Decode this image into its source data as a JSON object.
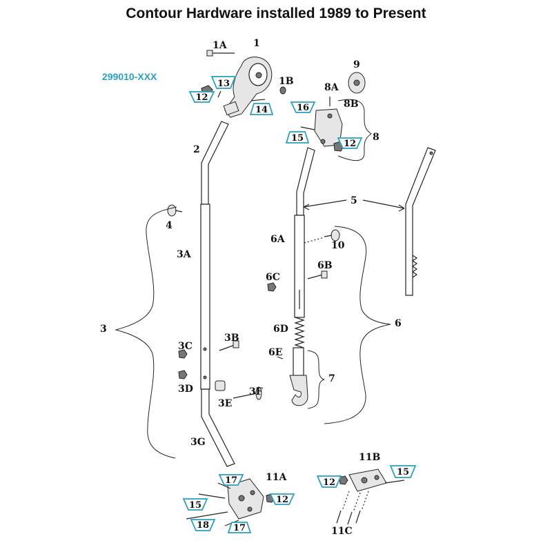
{
  "title": "Contour Hardware installed 1989 to Present",
  "part_number": "299010-XXX",
  "labels": {
    "l1A": "1A",
    "l1": "1",
    "l1B": "1B",
    "l2": "2",
    "l3": "3",
    "l3A": "3A",
    "l3B": "3B",
    "l3C": "3C",
    "l3D": "3D",
    "l3E": "3E",
    "l3F": "3F",
    "l3G": "3G",
    "l4": "4",
    "l5": "5",
    "l6": "6",
    "l6A": "6A",
    "l6B": "6B",
    "l6C": "6C",
    "l6D": "6D",
    "l6E": "6E",
    "l7": "7",
    "l8": "8",
    "l8A": "8A",
    "l8B": "8B",
    "l9": "9",
    "l10": "10",
    "l11A": "11A",
    "l11B": "11B",
    "l11C": "11C"
  },
  "callouts": {
    "c12a": "12",
    "c13": "13",
    "c14": "14",
    "c16": "16",
    "c15a": "15",
    "c12b": "12",
    "c17a": "17",
    "c15b": "15",
    "c12c": "12",
    "c18": "18",
    "c17b": "17",
    "c12d": "12",
    "c15c": "15"
  },
  "colors": {
    "callout_border": "#2a9fc4",
    "part_number": "#2a9fc4",
    "ink": "#222222"
  }
}
